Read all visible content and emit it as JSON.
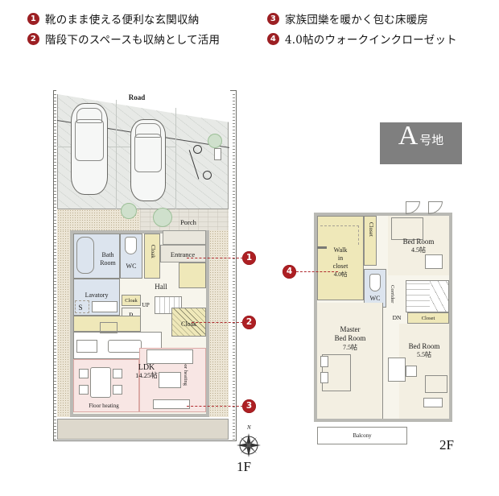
{
  "features": [
    {
      "num": "1",
      "text": "靴のまま使える便利な玄関収納"
    },
    {
      "num": "2",
      "text": "階段下のスペースも収納として活用"
    },
    {
      "num": "3",
      "text": "家族団欒を暖かく包む床暖房"
    },
    {
      "num": "4",
      "text": "4.0帖のウォークインクローゼット"
    }
  ],
  "plot_badge": {
    "letter": "A",
    "suffix": "号地"
  },
  "floor1": {
    "label": "1F",
    "compass_north": "N",
    "road": "Road",
    "rooms": [
      {
        "name": "Porch",
        "label": "Porch"
      },
      {
        "name": "Entrance",
        "label": "Entrance"
      },
      {
        "name": "Hall",
        "label": "Hall"
      },
      {
        "name": "Bath Room",
        "label": "Bath",
        "label2": "Room"
      },
      {
        "name": "WC",
        "label": "WC"
      },
      {
        "name": "Lavatory",
        "label": "Lavatory"
      },
      {
        "name": "S",
        "label": "S"
      },
      {
        "name": "R",
        "label": "R"
      },
      {
        "name": "Cloak entrance",
        "label": "Cloak"
      },
      {
        "name": "Cloak hall",
        "label": "Cloak"
      },
      {
        "name": "Cloak stairs",
        "label": "Cloak"
      },
      {
        "name": "UP",
        "label": "UP"
      },
      {
        "name": "LDK",
        "label": "LDK",
        "size": "14.25帖"
      },
      {
        "name": "Floor heating left",
        "label": "Floor heating"
      },
      {
        "name": "Floor heating right",
        "label": "Floor heating"
      }
    ]
  },
  "floor2": {
    "label": "2F",
    "rooms": [
      {
        "name": "Walk in closet",
        "line1": "Walk",
        "line2": "in",
        "line3": "closet",
        "size": "4.0帖"
      },
      {
        "name": "Bed Room 4.5",
        "label": "Bed Room",
        "size": "4.5帖"
      },
      {
        "name": "Master Bed Room",
        "label": "Master",
        "label2": "Bed Room",
        "size": "7.5帖"
      },
      {
        "name": "Bed Room 5.5",
        "label": "Bed Room",
        "size": "5.5帖"
      },
      {
        "name": "WC",
        "label": "WC"
      },
      {
        "name": "Closet top",
        "label": "Closet"
      },
      {
        "name": "Closet right",
        "label": "Closet"
      },
      {
        "name": "Corridor",
        "label": "Corridor"
      },
      {
        "name": "DN",
        "label": "DN"
      },
      {
        "name": "Balcony",
        "label": "Balcony"
      }
    ]
  },
  "callouts": [
    {
      "num": "1",
      "target": "Entrance storage"
    },
    {
      "num": "2",
      "target": "Under-stair cloak"
    },
    {
      "num": "3",
      "target": "LDK floor heating"
    },
    {
      "num": "4",
      "target": "Walk in closet"
    }
  ],
  "colors": {
    "marker_red": "#ad1f23",
    "badge_gray": "#7f7f7f",
    "room_beige": "#f3efe2",
    "wet_blue": "#dce4ee",
    "closet_yellow": "#efe8b9",
    "heating_pink": "#f8e6e4"
  }
}
